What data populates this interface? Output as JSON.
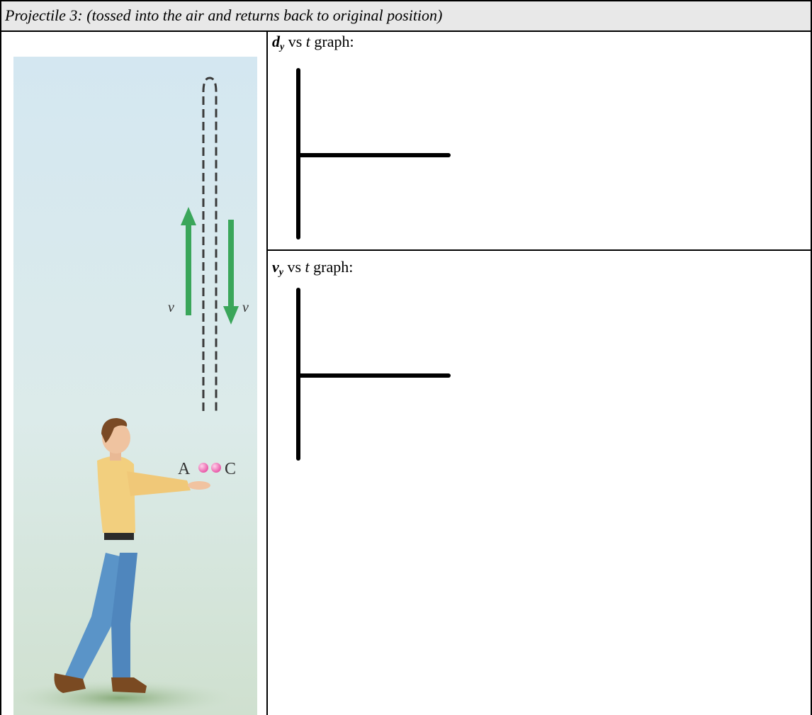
{
  "header": {
    "title": "Projectile 3: (tossed into the air and returns back to original position)"
  },
  "illustration": {
    "point_a_label": "A",
    "point_c_label": "C",
    "velocity_label": "v",
    "arrow_color": "#3aa65a",
    "ball_color": "#e85aa8"
  },
  "graphs": [
    {
      "variable": "d",
      "subscript": "y",
      "vs": "vs",
      "t": "t",
      "suffix": "graph:"
    },
    {
      "variable": "v",
      "subscript": "y",
      "vs": "vs",
      "t": "t",
      "suffix": "graph:"
    }
  ]
}
